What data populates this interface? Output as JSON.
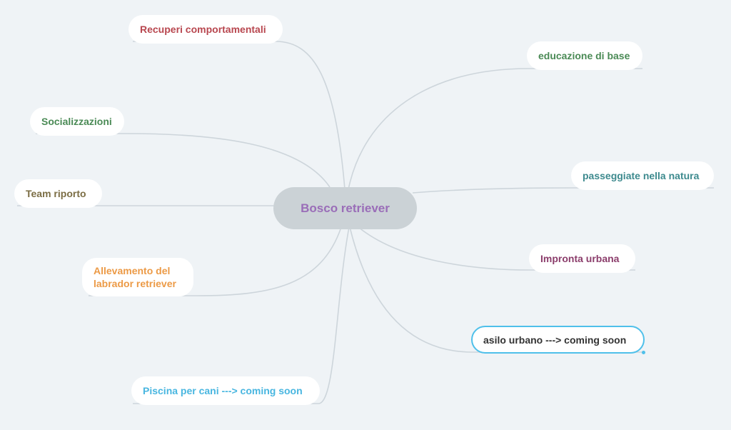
{
  "root": {
    "label": "Bosco retriever",
    "color": "#9a6db8",
    "background": "#cbd2d6"
  },
  "connector_color": "#cdd5db",
  "background": "#eff3f6",
  "branches": [
    {
      "id": "recuperi",
      "label": "Recuperi comportamentali",
      "color": "#b8474f",
      "side": "left"
    },
    {
      "id": "socializzazioni",
      "label": "Socializzazioni",
      "color": "#4a8a55",
      "side": "left"
    },
    {
      "id": "team",
      "label": "Team riporto",
      "color": "#7b6d44",
      "side": "left"
    },
    {
      "id": "allevamento",
      "label": "Allevamento del labrador retriever",
      "color": "#ec9a46",
      "side": "left"
    },
    {
      "id": "piscina",
      "label": "Piscina per cani ---> coming soon",
      "color": "#48b6e0",
      "side": "left"
    },
    {
      "id": "educazione",
      "label": "educazione di base",
      "color": "#4a8a55",
      "side": "right"
    },
    {
      "id": "passeggiate",
      "label": "passeggiate nella natura",
      "color": "#3d8a8e",
      "side": "right"
    },
    {
      "id": "impronta",
      "label": "Impronta urbana",
      "color": "#8b3d6b",
      "side": "right"
    },
    {
      "id": "asilo",
      "label": "asilo urbano ---> coming soon",
      "color": "#333333",
      "side": "right",
      "selected": true
    }
  ]
}
